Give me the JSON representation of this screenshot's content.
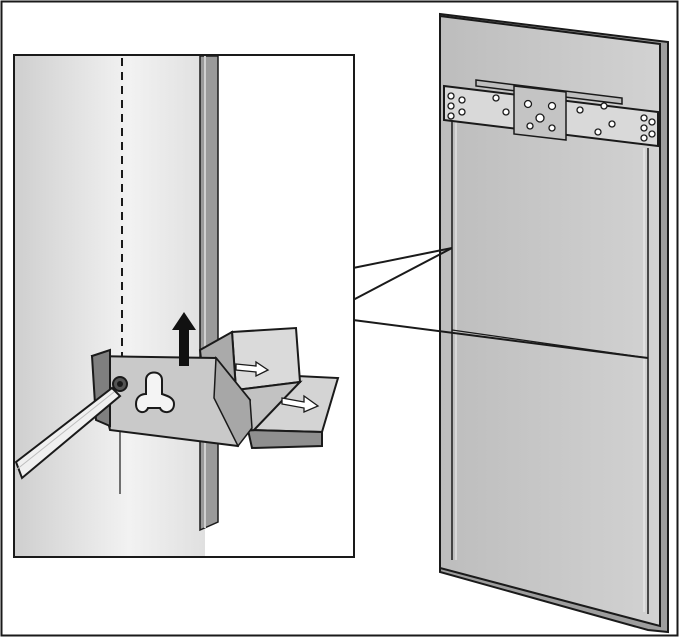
{
  "figure": {
    "description_visible_text": "",
    "panel_inset": {
      "arrow_up": "up-arrow",
      "arrow_right_1": "right-arrow",
      "arrow_right_2": "right-arrow"
    },
    "colors": {
      "outline": "#1a1a1a",
      "panel_fill": "#c9c9c9",
      "panel_light": "#e6e6e6",
      "inset_bg_left": "#d8d8d8",
      "bracket": "#bdbdbd"
    }
  }
}
